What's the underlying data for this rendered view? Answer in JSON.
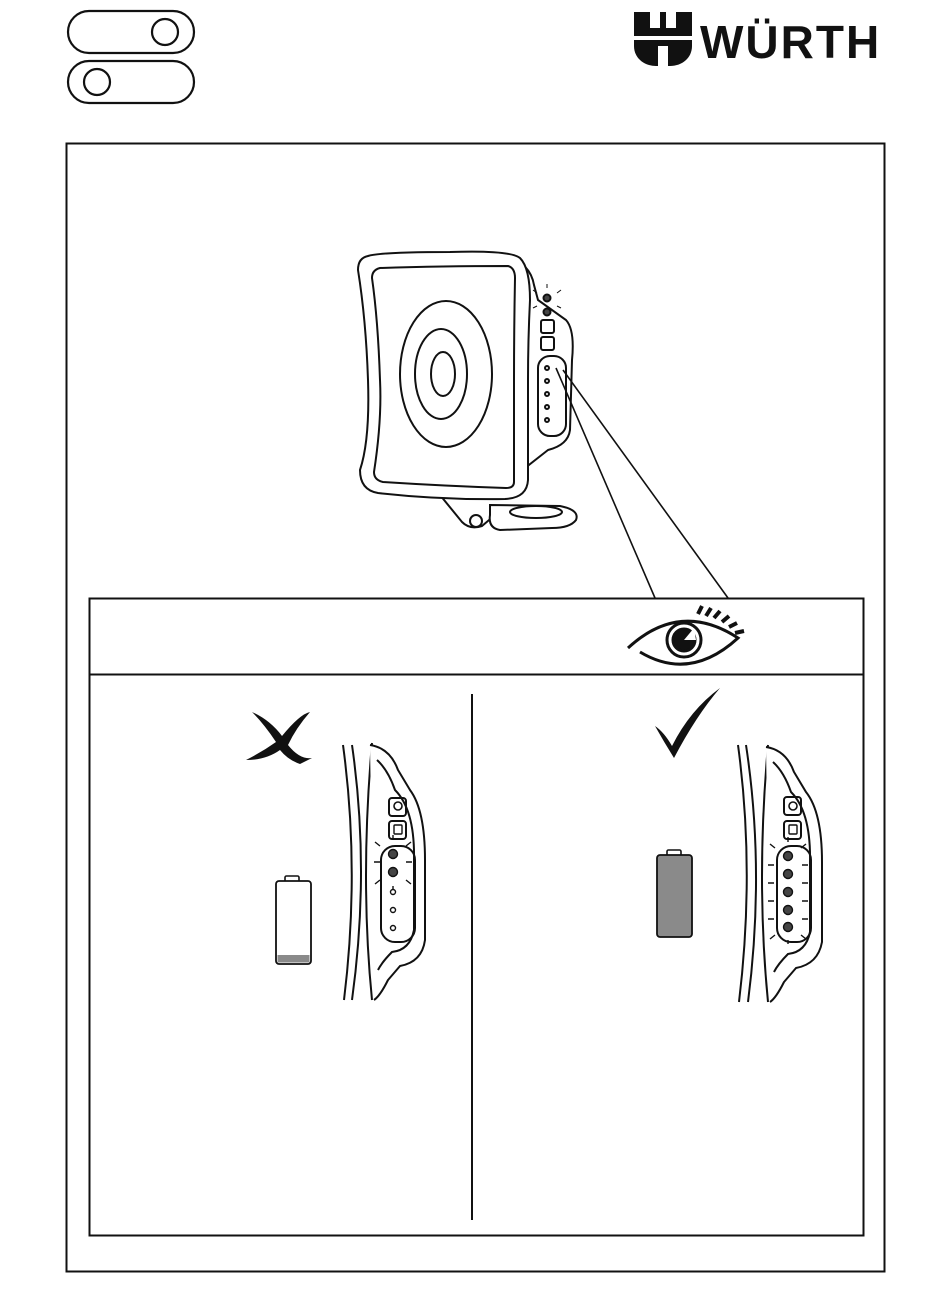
{
  "document": {
    "brand": {
      "name": "WÜRTH",
      "logo_icon": "wuerth-emblem-icon"
    },
    "toggle_switches": [
      {
        "state": "on",
        "icon": "toggle-switch-icon"
      },
      {
        "state": "off",
        "icon": "toggle-switch-icon"
      }
    ],
    "illustration": {
      "device": "work-light-icon",
      "viewer": "eye-icon"
    },
    "panels": [
      {
        "id": "incorrect",
        "mark": "cross-icon",
        "battery_level": 0.1,
        "lit_leds": 2,
        "total_leds": 5
      },
      {
        "id": "correct",
        "mark": "check-icon",
        "battery_level": 1.0,
        "lit_leds": 5,
        "total_leds": 5
      }
    ],
    "colors": {
      "line": "#111111",
      "battery_fill": "#8a8a8a",
      "background": "#ffffff"
    }
  }
}
